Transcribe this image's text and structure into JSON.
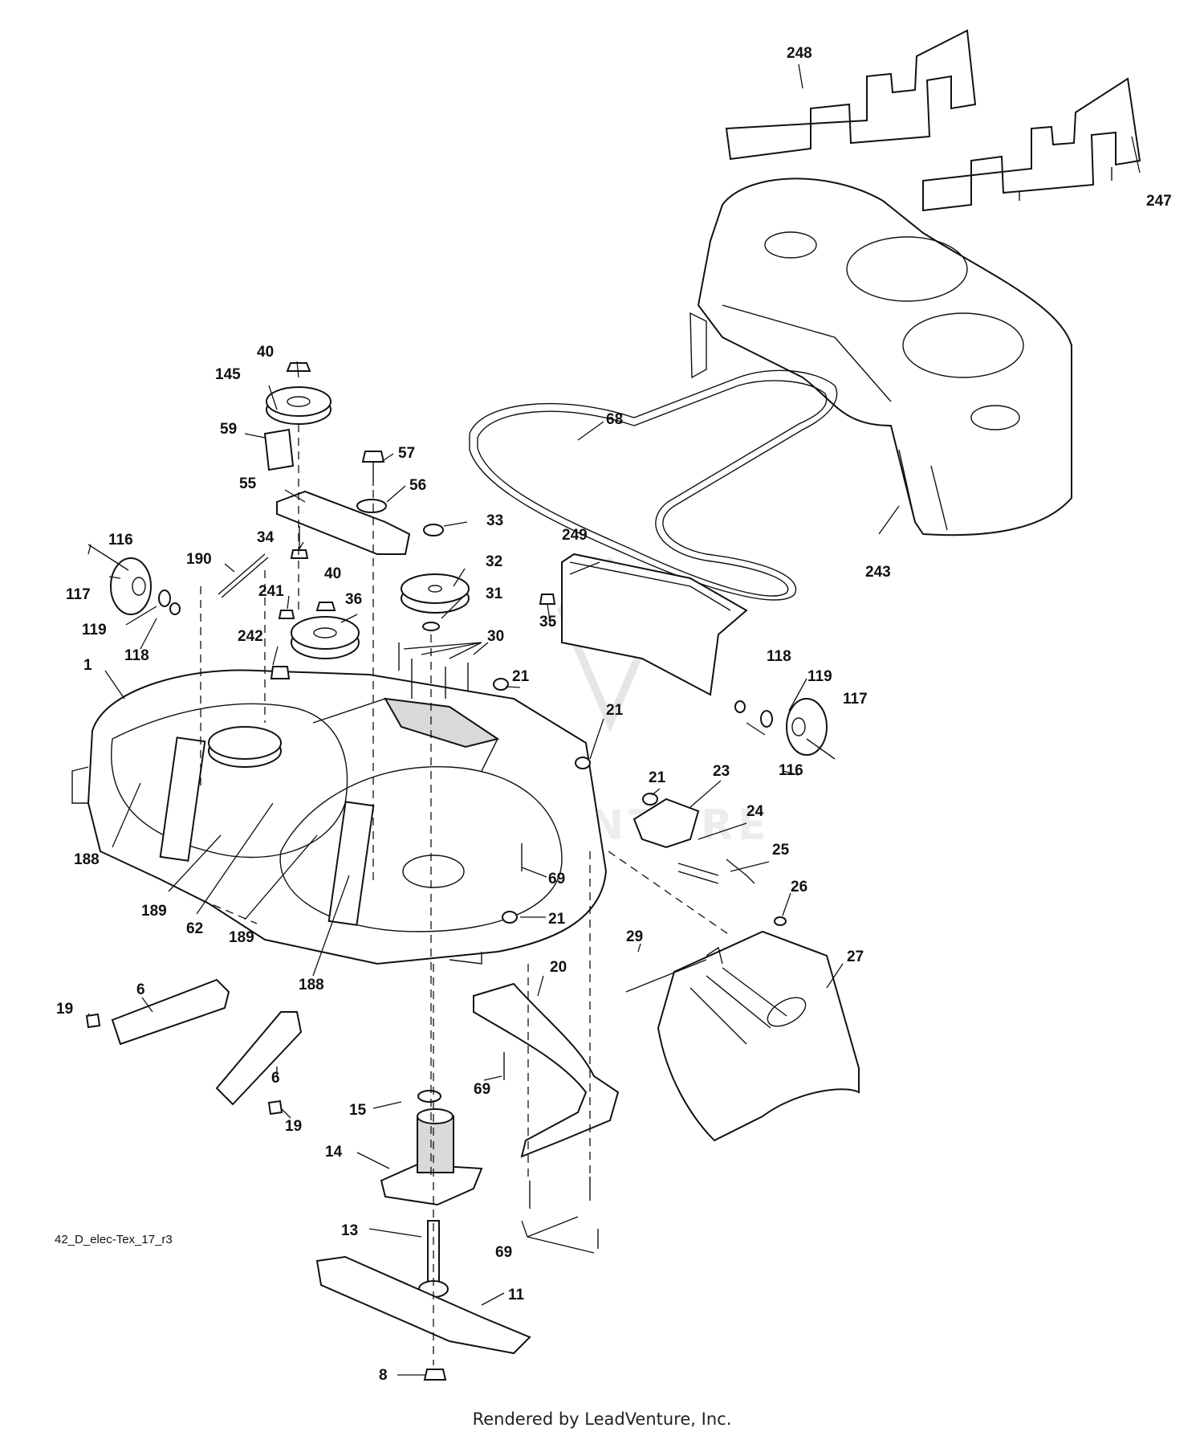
{
  "diagram": {
    "drawing_code": "42_D_elec-Tex_17_r3",
    "render_credit": "Rendered by LeadVenture, Inc.",
    "watermark_text": "LEADVENTURE",
    "callouts": [
      "248",
      "247",
      "243",
      "68",
      "249",
      "40",
      "145",
      "59",
      "57",
      "56",
      "55",
      "33",
      "32",
      "31",
      "34",
      "190",
      "241",
      "40",
      "36",
      "116",
      "117",
      "119",
      "118",
      "242",
      "30",
      "35",
      "21",
      "1",
      "21",
      "21",
      "23",
      "24",
      "25",
      "118",
      "119",
      "117",
      "116",
      "188",
      "189",
      "62",
      "189",
      "188",
      "69",
      "21",
      "26",
      "29",
      "27",
      "20",
      "6",
      "19",
      "6",
      "19",
      "15",
      "14",
      "69",
      "13",
      "69",
      "11",
      "8"
    ]
  }
}
